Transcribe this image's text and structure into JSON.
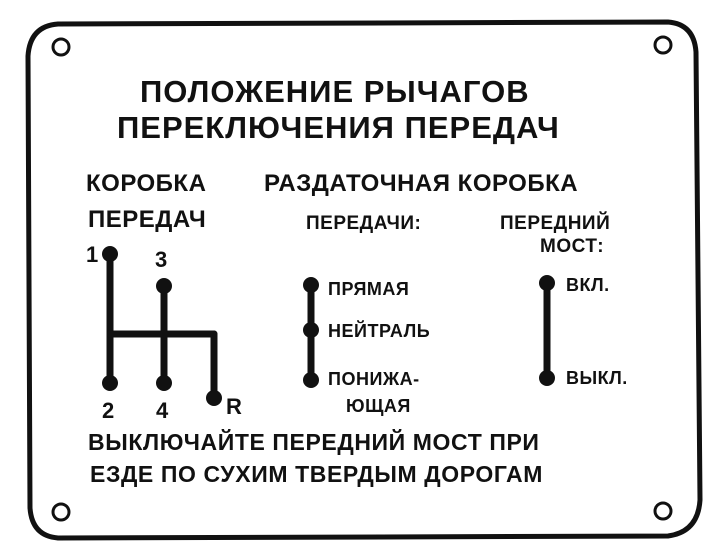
{
  "plate": {
    "title_line1": "ПОЛОЖЕНИЕ РЫЧАГОВ",
    "title_line2": "ПЕРЕКЛЮЧЕНИЯ ПЕРЕДАЧ"
  },
  "gearbox": {
    "heading_line1": "КОРОБКА",
    "heading_line2": "ПЕРЕДАЧ",
    "positions": {
      "first": "1",
      "second": "2",
      "third": "3",
      "fourth": "4",
      "reverse": "R"
    }
  },
  "transfer_case": {
    "heading": "РАЗДАТОЧНАЯ КОРОБКА",
    "gears": {
      "label": "ПЕРЕДАЧИ:",
      "direct": "ПРЯМАЯ",
      "neutral": "НЕЙТРАЛЬ",
      "low_line1": "ПОНИЖА-",
      "low_line2": "ЮЩАЯ"
    },
    "front_axle": {
      "label_line1": "ПЕРЕДНИЙ",
      "label_line2": "МОСТ:",
      "on": "ВКЛ.",
      "off": "ВЫКЛ."
    }
  },
  "warning": {
    "line1": "ВЫКЛЮЧАЙТЕ ПЕРЕДНИЙ МОСТ ПРИ",
    "line2": "ЕЗДЕ ПО СУХИМ ТВЕРДЫМ ДОРОГАМ"
  },
  "colors": {
    "ink": "#111111",
    "background": "#ffffff"
  }
}
